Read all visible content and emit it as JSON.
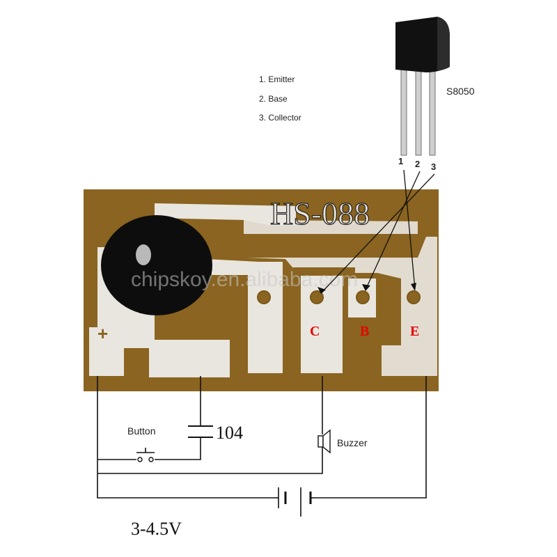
{
  "legend": {
    "items": [
      "1. Emitter",
      "2. Base",
      "3. Collector"
    ]
  },
  "transistor": {
    "part": "S8050",
    "pins": [
      "1",
      "2",
      "3"
    ]
  },
  "board": {
    "model": "HS-088",
    "pad_labels": {
      "c": "C",
      "b": "B",
      "e": "E"
    },
    "plus": "+"
  },
  "watermark": "chipskoy.en.alibaba.com",
  "circuit": {
    "button": "Button",
    "capacitor": "104",
    "buzzer": "Buzzer",
    "voltage": "3-4.5V"
  },
  "colors": {
    "board": "#8a6420",
    "copper": "#e9e6e0",
    "pad_label": "#e60000",
    "blob": "#0d0d0d"
  }
}
